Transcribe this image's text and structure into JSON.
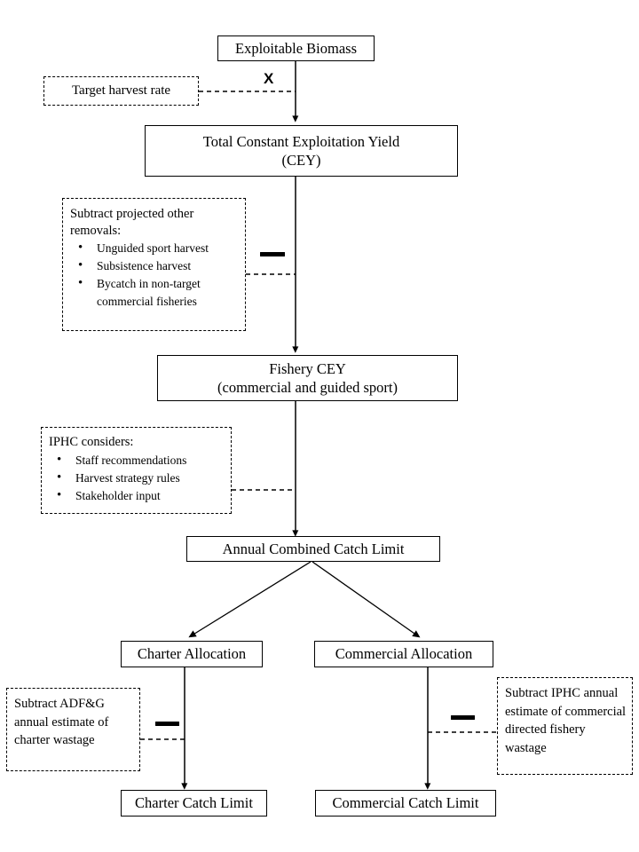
{
  "diagram": {
    "title": "Halibut catch limit setting process flowchart",
    "background_color": "#ffffff",
    "line_color": "#000000"
  },
  "nodes": {
    "exploitable_biomass": {
      "label": "Exploitable  Biomass"
    },
    "target_harvest_rate": {
      "label": "Target harvest rate"
    },
    "total_cey": {
      "line1": "Total Constant Exploitation  Yield",
      "line2": "(CEY)"
    },
    "subtract_removals": {
      "title": "Subtract projected other removals:",
      "items": [
        "Unguided  sport harvest",
        "Subsistence  harvest",
        "Bycatch  in non-target commercial  fisheries"
      ]
    },
    "fishery_cey": {
      "line1": "Fishery CEY",
      "line2": "(commercial and guided sport)"
    },
    "iphc_considers": {
      "title": "IPHC considers:",
      "items": [
        "Staff recommendations",
        "Harvest  strategy  rules",
        "Stakeholder  input"
      ]
    },
    "annual_combined_catch_limit": {
      "label": "Annual  Combined Catch Limit"
    },
    "charter_allocation": {
      "label": "Charter Allocation"
    },
    "commercial_allocation": {
      "label": "Commercial  Allocation"
    },
    "charter_wastage": {
      "label": "Subtract ADF&G annual  estimate of charter wastage"
    },
    "commercial_wastage": {
      "label": "Subtract IPHC annual  estimate of commercial directed fishery wastage"
    },
    "charter_catch_limit": {
      "label": "Charter  Catch Limit"
    },
    "commercial_catch_limit": {
      "label": "Commercial  Catch Limit"
    }
  },
  "operators": {
    "multiply": {
      "symbol": "X",
      "name": "multiply-operator"
    },
    "minus_removals": {
      "symbol": "—",
      "name": "minus-operator"
    },
    "minus_charter_wastage": {
      "symbol": "—",
      "name": "minus-operator"
    },
    "minus_commercial_wastage": {
      "symbol": "—",
      "name": "minus-operator"
    }
  }
}
